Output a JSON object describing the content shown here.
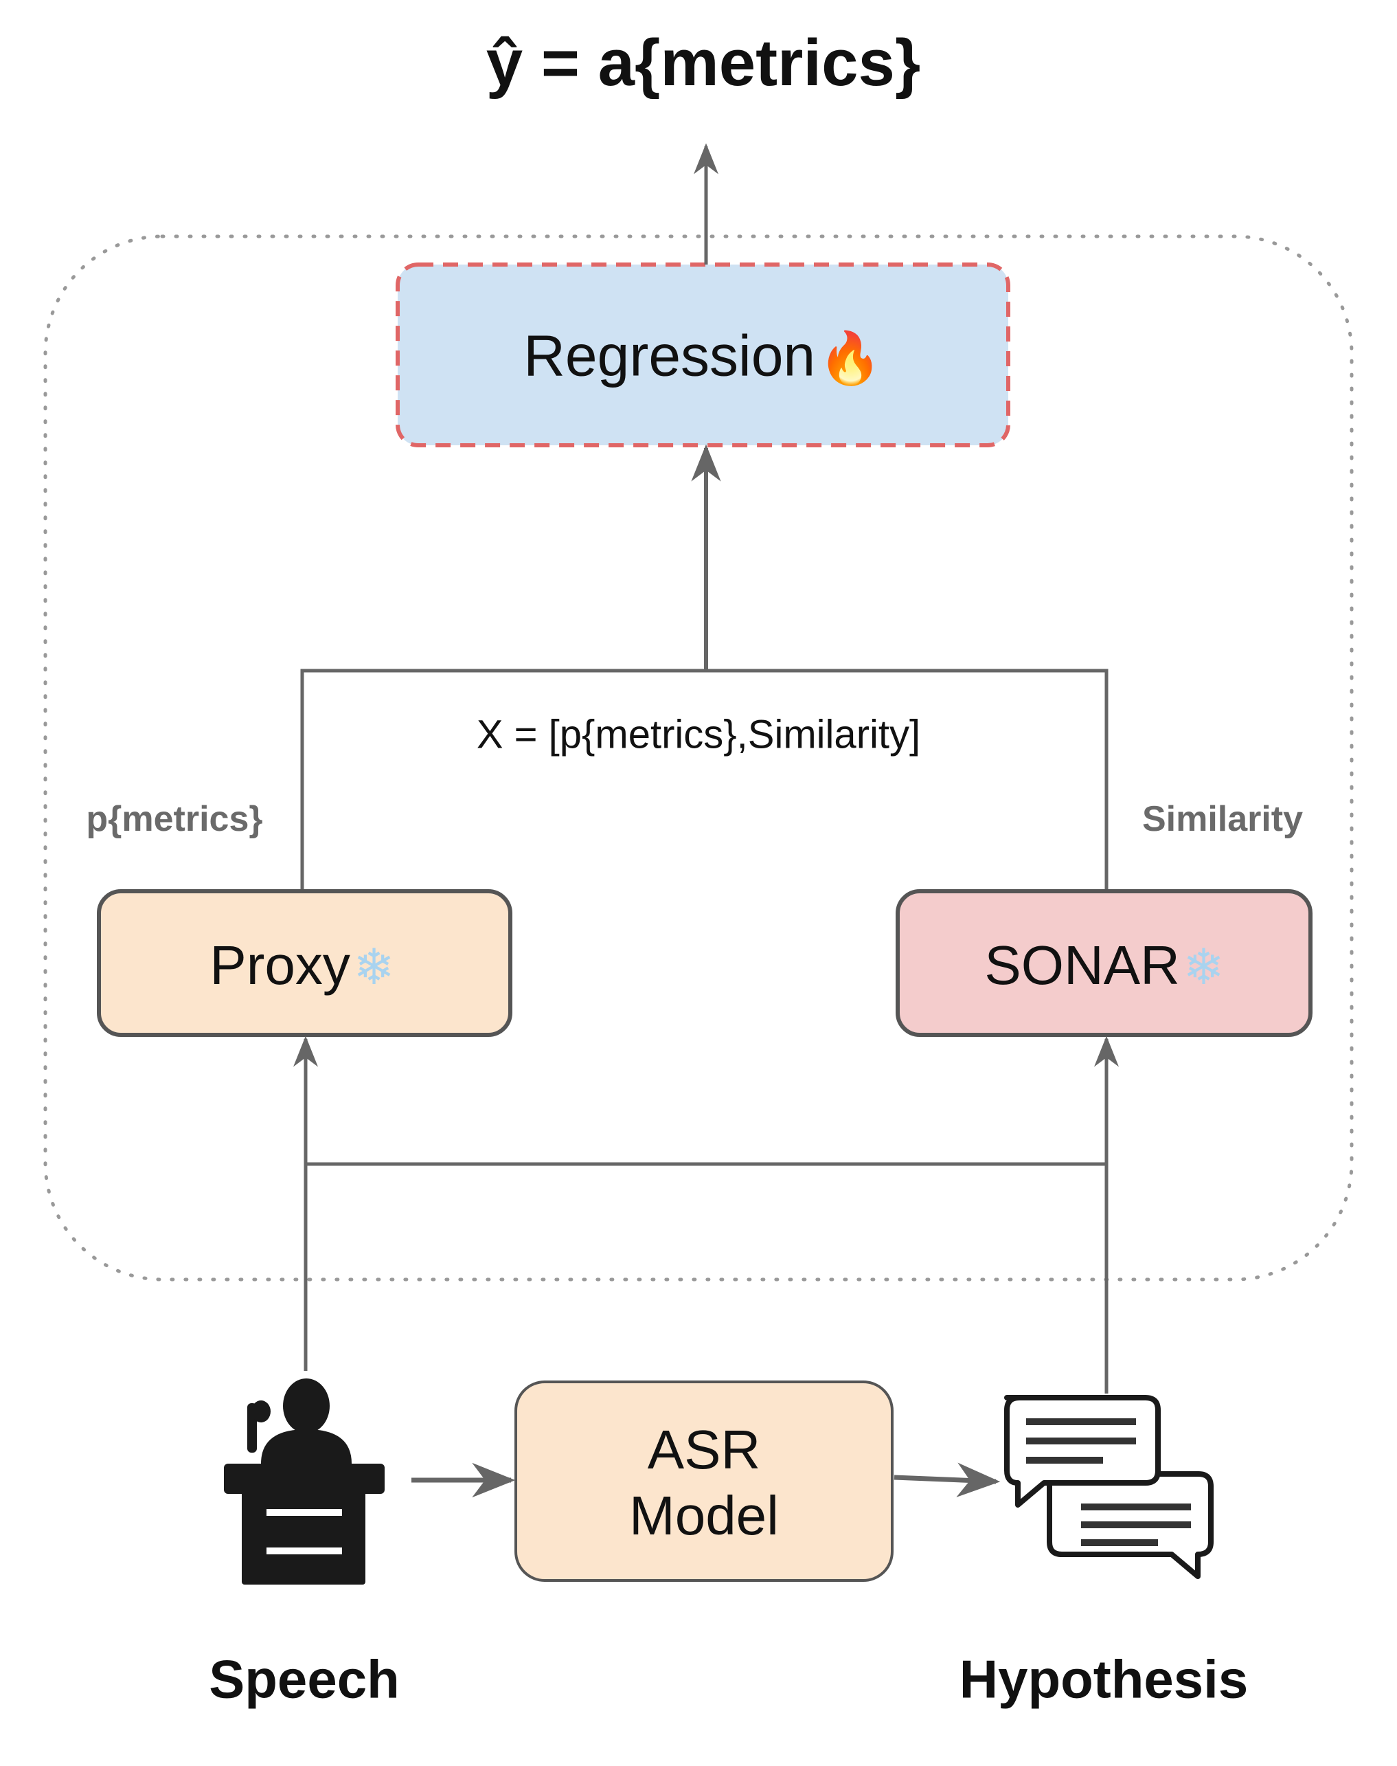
{
  "title": "ŷ = a{metrics}",
  "nodes": {
    "regression": {
      "label": "Regression",
      "icon": "fire-icon",
      "icon_glyph": "🔥",
      "fill": "#cfe2f3",
      "border": "#e06666",
      "trainable": true
    },
    "proxy": {
      "label": "Proxy",
      "icon": "snowflake-icon",
      "icon_glyph": "❄",
      "fill": "#fce5cd",
      "border": "#555555",
      "frozen": true
    },
    "sonar": {
      "label": "SONAR",
      "icon": "snowflake-icon",
      "icon_glyph": "❄",
      "fill": "#f4cccc",
      "border": "#555555",
      "frozen": true
    },
    "asr": {
      "line1": "ASR",
      "line2": "Model",
      "fill": "#fce5cd",
      "border": "#555555"
    }
  },
  "edge_labels": {
    "combined": "X = [p{metrics},Similarity]",
    "proxy_out": "p{metrics}",
    "sonar_out": "Similarity"
  },
  "inputs": {
    "speech": {
      "label": "Speech",
      "icon": "speaker-podium-icon"
    },
    "hypothesis": {
      "label": "Hypothesis",
      "icon": "chat-bubbles-icon"
    }
  },
  "colors": {
    "line": "#666666",
    "dotted_frame": "#999999"
  }
}
